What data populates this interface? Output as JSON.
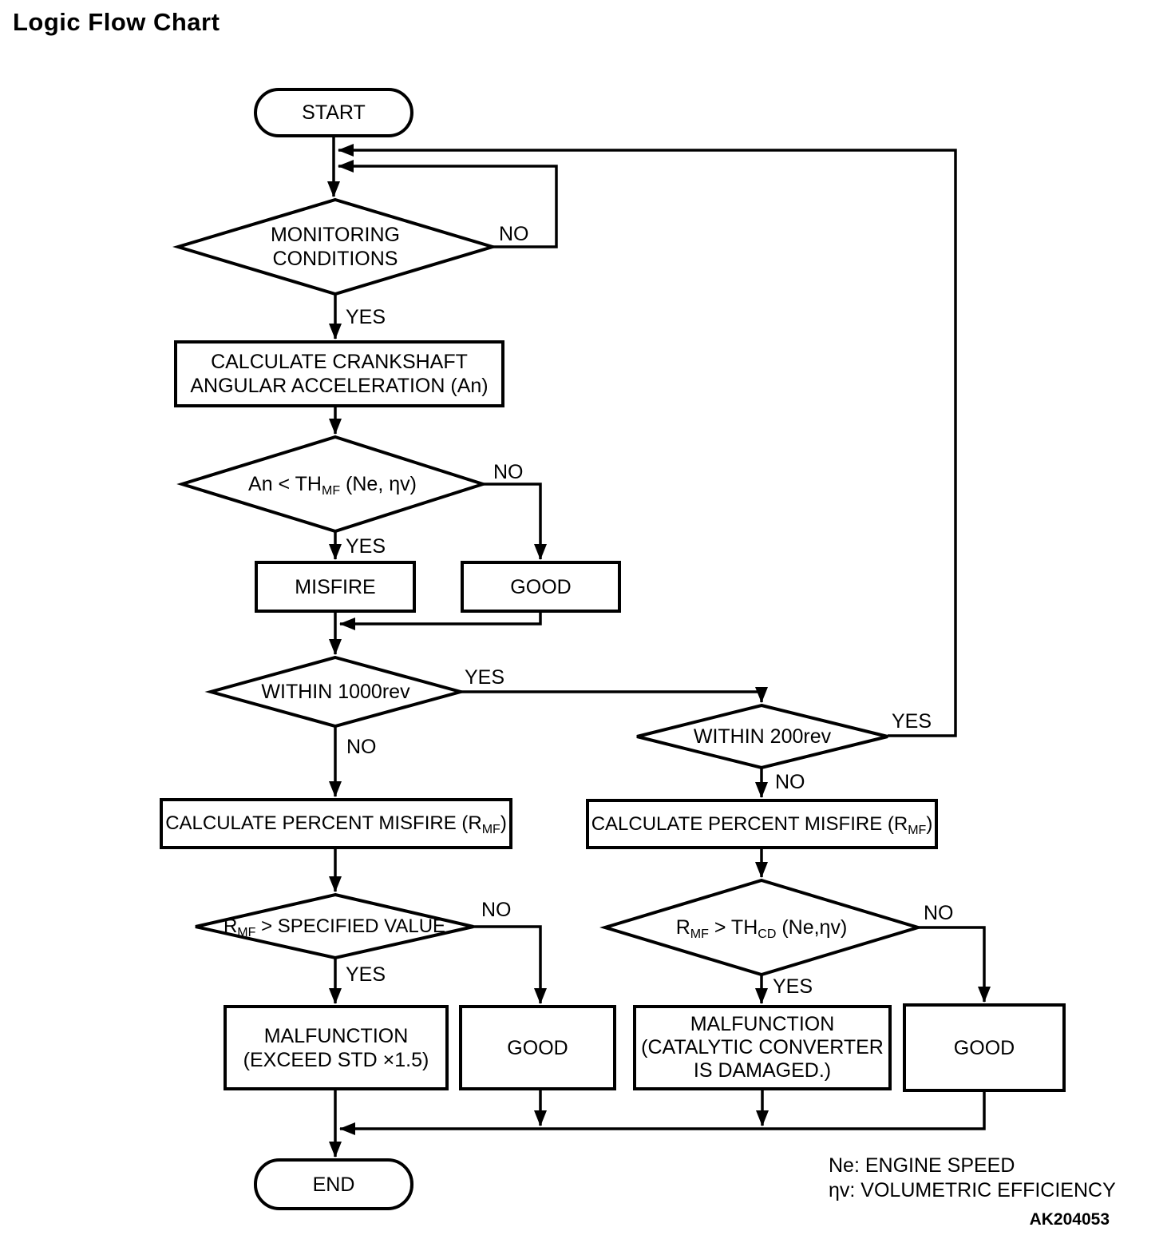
{
  "title": "Logic Flow Chart",
  "figure_id": "AK204053",
  "colors": {
    "line": "#000000",
    "background": "#ffffff",
    "text": "#000000"
  },
  "nodes": {
    "start": {
      "label": "START"
    },
    "monitoring": {
      "lines": [
        "MONITORING",
        "CONDITIONS"
      ]
    },
    "calc_crankshaft": {
      "lines": [
        "CALCULATE CRANKSHAFT",
        "ANGULAR ACCELERATION (An)"
      ]
    },
    "an_threshold": {
      "pre": "An < TH",
      "sub": "MF",
      "post": " (Ne, ηv)"
    },
    "misfire": {
      "label": "MISFIRE"
    },
    "good_misfire": {
      "label": "GOOD"
    },
    "within_1000rev": {
      "label": "WITHIN 1000rev"
    },
    "within_200rev": {
      "label": "WITHIN 200rev"
    },
    "calc_percent_left": {
      "pre": "CALCULATE PERCENT MISFIRE (R",
      "sub": "MF",
      "post": ")"
    },
    "calc_percent_right": {
      "pre": "CALCULATE PERCENT MISFIRE (R",
      "sub": "MF",
      "post": ")"
    },
    "rmf_specified": {
      "pre": "R",
      "sub": "MF",
      "post": " > SPECIFIED VALUE"
    },
    "rmf_thcd": {
      "p1": "R",
      "s1": "MF",
      "p2": " > TH",
      "s2": "CD",
      "p3": " (Ne,ηv)"
    },
    "malfunction_exceed": {
      "lines": [
        "MALFUNCTION",
        "(EXCEED STD  ×1.5)"
      ]
    },
    "good_bottom_left": {
      "label": "GOOD"
    },
    "malfunction_catalyst": {
      "lines": [
        "MALFUNCTION",
        "(CATALYTIC CONVERTER",
        "IS DAMAGED.)"
      ]
    },
    "good_bottom_right": {
      "label": "GOOD"
    },
    "end": {
      "label": "END"
    }
  },
  "edge_labels": {
    "monitoring_yes": "YES",
    "monitoring_no": "NO",
    "an_yes": "YES",
    "an_no": "NO",
    "within1000_yes": "YES",
    "within1000_no": "NO",
    "within200_yes": "YES",
    "within200_no": "NO",
    "rmf_specified_yes": "YES",
    "rmf_specified_no": "NO",
    "rmf_thcd_yes": "YES",
    "rmf_thcd_no": "NO"
  },
  "legend": {
    "line1": "Ne: ENGINE SPEED",
    "line2": "ηv: VOLUMETRIC EFFICIENCY"
  }
}
